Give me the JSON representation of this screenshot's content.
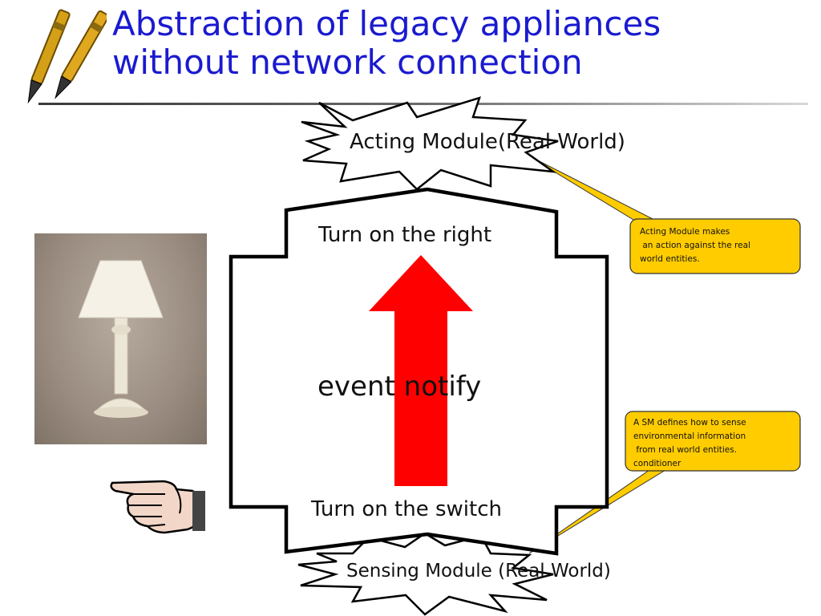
{
  "slide": {
    "title_lines": [
      "Abstraction of legacy  appliances",
      "without network connection"
    ]
  },
  "diagram": {
    "acting_module_label": "Acting Module(Real World)",
    "sensing_module_label": "Sensing Module (Real World)",
    "top_box_label": "Turn on the right",
    "bottom_box_label": "Turn on the switch",
    "arrow_label": "event notify",
    "acting_callout_lines": [
      "Acting Module makes",
      " an action against the real",
      "world entities."
    ],
    "sensing_callout_lines": [
      "A SM defines how to sense",
      "environmental information",
      " from real world entities.",
      "conditioner"
    ]
  },
  "icons": {
    "pens": "pens-icon",
    "lamp": "lamp-picture",
    "hand": "pointing-hand-icon"
  },
  "colors": {
    "title": "#1a1ad0",
    "arrow": "#ff0000",
    "callout_fill": "#ffcc00"
  }
}
